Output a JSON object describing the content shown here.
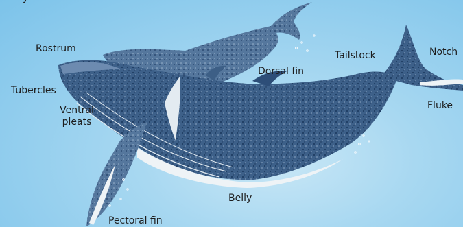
{
  "labels": {
    "top_fragment": "y",
    "rostrum": "Rostrum",
    "tubercles": "Tubercles",
    "ventral_pleats_line1": "Ventral",
    "ventral_pleats_line2": "pleats",
    "dorsal_fin": "Dorsal fin",
    "tailstock": "Tailstock",
    "notch": "Notch",
    "fluke": "Fluke",
    "belly": "Belly",
    "pectoral_fin": "Pectoral fin"
  },
  "colors": {
    "water_light": "#c9e7f6",
    "water_dark": "#7cc3ea",
    "whale_dark": "#25466f",
    "whale_mid": "#4e6f96",
    "belly_white": "#eef3f6",
    "label_text": "#1d1d1d"
  }
}
